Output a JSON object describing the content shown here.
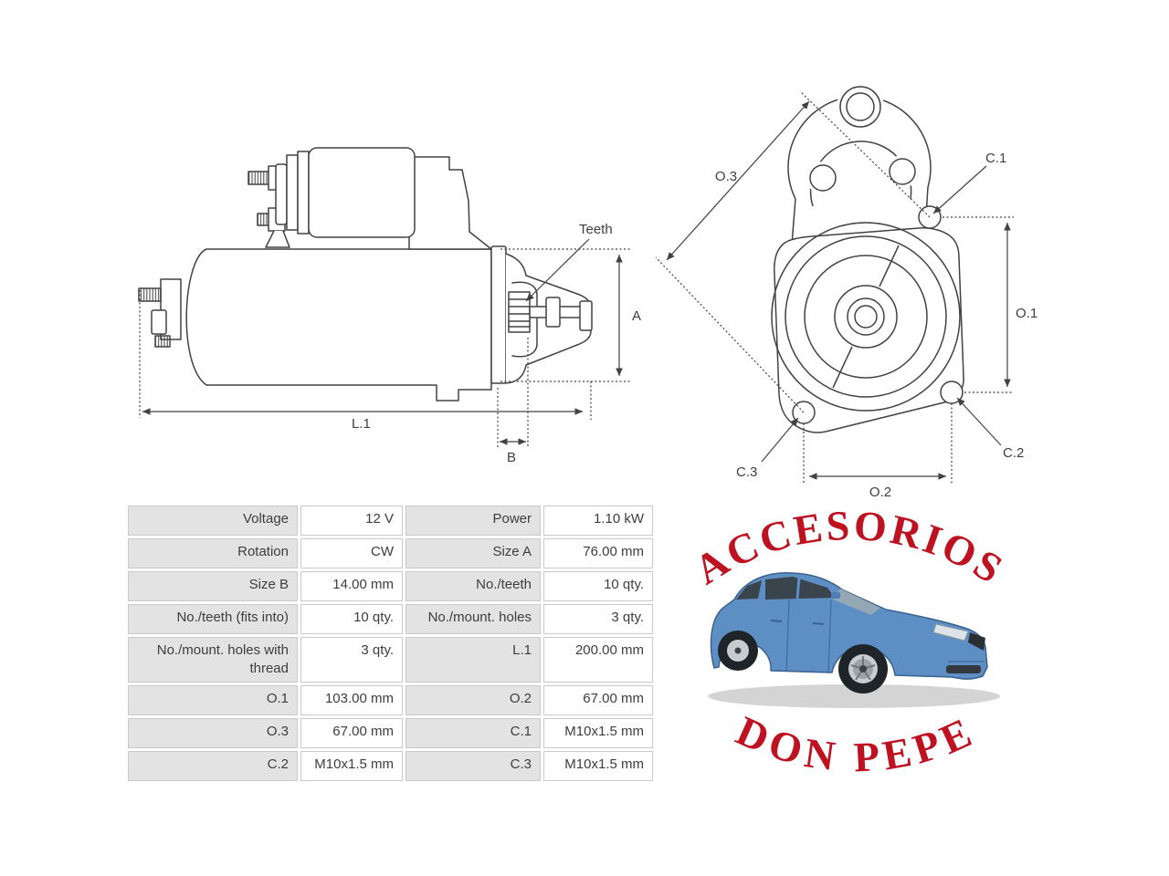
{
  "product_drawings": {
    "side_view": {
      "labels": {
        "teeth": "Teeth",
        "size_a": "A",
        "length_l1": "L.1",
        "size_b": "B"
      }
    },
    "front_view": {
      "labels": {
        "o3": "O.3",
        "c1": "C.1",
        "o1": "O.1",
        "c2": "C.2",
        "c3": "C.3",
        "o2": "O.2"
      }
    }
  },
  "spec_table": {
    "rows": [
      [
        {
          "label": "Voltage",
          "value": "12 V"
        },
        {
          "label": "Power",
          "value": "1.10 kW"
        }
      ],
      [
        {
          "label": "Rotation",
          "value": "CW"
        },
        {
          "label": "Size A",
          "value": "76.00 mm"
        }
      ],
      [
        {
          "label": "Size B",
          "value": "14.00 mm"
        },
        {
          "label": "No./teeth",
          "value": "10 qty."
        }
      ],
      [
        {
          "label": "No./teeth (fits into)",
          "value": "10 qty."
        },
        {
          "label": "No./mount. holes",
          "value": "3 qty."
        }
      ],
      [
        {
          "label": "No./mount. holes with thread",
          "value": "3 qty."
        },
        {
          "label": "L.1",
          "value": "200.00 mm"
        }
      ],
      [
        {
          "label": "O.1",
          "value": "103.00 mm"
        },
        {
          "label": "O.2",
          "value": "67.00 mm"
        }
      ],
      [
        {
          "label": "O.3",
          "value": "67.00 mm"
        },
        {
          "label": "C.1",
          "value": "M10x1.5 mm"
        }
      ],
      [
        {
          "label": "C.2",
          "value": "M10x1.5 mm"
        },
        {
          "label": "C.3",
          "value": "M10x1.5 mm"
        }
      ]
    ]
  },
  "logo": {
    "arc_text_top": "ACCESORIOS",
    "arc_text_bottom": "DON PEPE",
    "text_color": "#bf1220"
  },
  "colors": {
    "drawing_line": "#424242",
    "table_label_bg": "#e3e3e3",
    "table_border": "#c9c9c9",
    "table_text": "#3d3d3d",
    "car_body_blue": "#5d8fc4"
  }
}
